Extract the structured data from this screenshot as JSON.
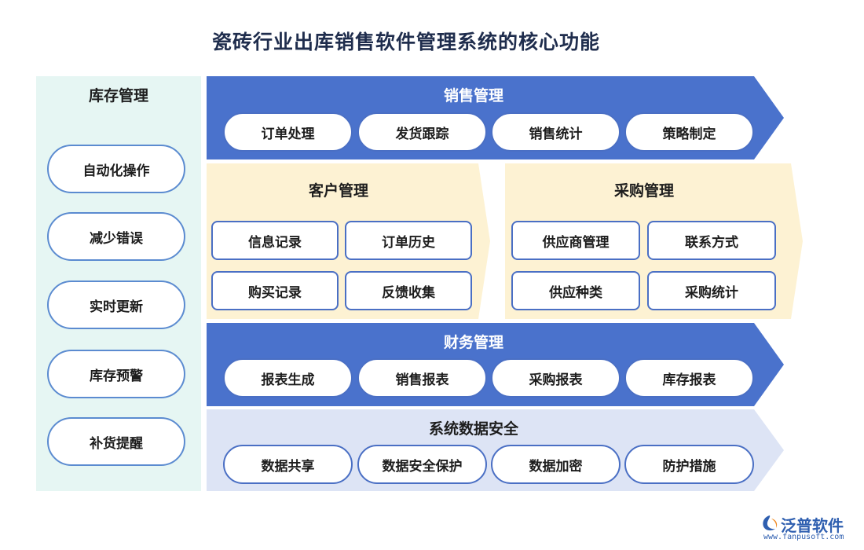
{
  "title": "瓷砖行业出库销售软件管理系统的核心功能",
  "inventory": {
    "heading": "库存管理",
    "items": [
      "自动化操作",
      "减少错误",
      "实时更新",
      "库存预警",
      "补货提醒"
    ]
  },
  "sales": {
    "heading": "销售管理",
    "items": [
      "订单处理",
      "发货跟踪",
      "销售统计",
      "策略制定"
    ]
  },
  "customer": {
    "heading": "客户管理",
    "items": [
      "信息记录",
      "订单历史",
      "购买记录",
      "反馈收集"
    ]
  },
  "purchase": {
    "heading": "采购管理",
    "items": [
      "供应商管理",
      "联系方式",
      "供应种类",
      "采购统计"
    ]
  },
  "finance": {
    "heading": "财务管理",
    "items": [
      "报表生成",
      "销售报表",
      "采购报表",
      "库存报表"
    ]
  },
  "security": {
    "heading": "系统数据安全",
    "items": [
      "数据共享",
      "数据安全保护",
      "数据加密",
      "防护措施"
    ]
  },
  "logo": {
    "name": "泛普软件",
    "url": "www.fanpusoft.com",
    "icon": "fanpu-logo-icon"
  },
  "colors": {
    "blue_band": "#4a72cc",
    "yellow_band": "#fdf2d3",
    "lavender_band": "#dde4f5",
    "inventory_panel": "#e6f6f3",
    "pill_border": "#4a6fc4"
  }
}
